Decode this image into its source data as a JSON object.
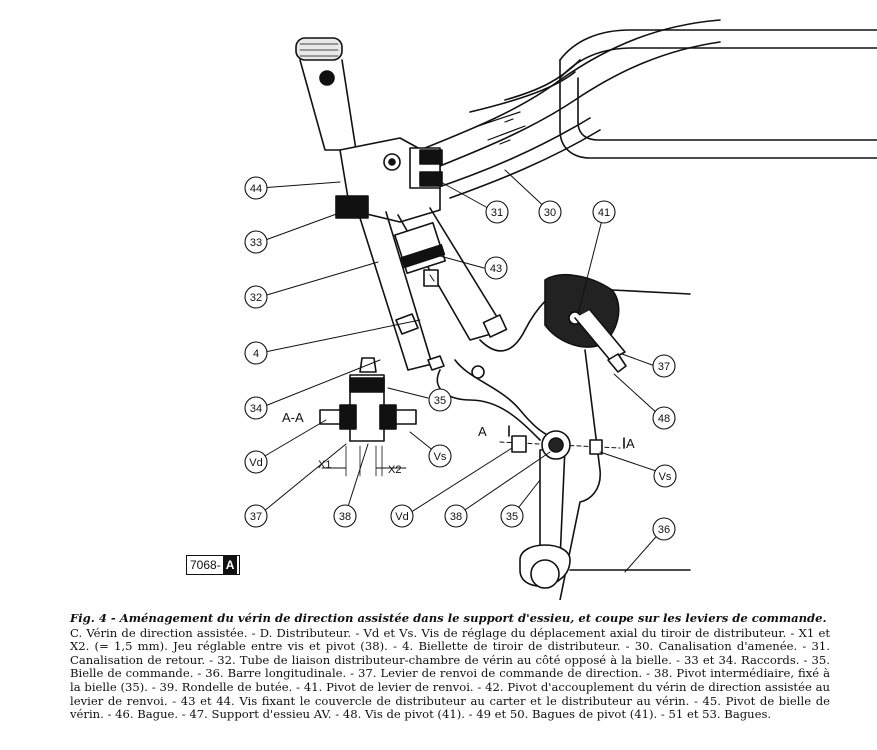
{
  "figure": {
    "reference": "7068-",
    "reference_letter": "A",
    "callouts": [
      "44",
      "33",
      "32",
      "4",
      "34",
      "35",
      "31",
      "30",
      "43",
      "41",
      "37",
      "48",
      "36",
      "Vd",
      "37",
      "38",
      "Vd",
      "38",
      "35",
      "Vs",
      "Vs"
    ],
    "labels": {
      "section": "A-A",
      "section_left": "A",
      "section_right": "A",
      "x1": "X1",
      "x2": "X2"
    }
  },
  "caption": {
    "title": "Fig. 4 - Aménagement du vérin de direction assistée dans le support d'essieu, et coupe sur les leviers de commande.",
    "text": "C. Vérin de direction assistée. - D. Distributeur. - Vd et Vs. Vis de réglage du déplacement axial du tiroir de distributeur. - X1 et X2. (= 1,5 mm). Jeu réglable entre vis et pivot (38). - 4. Biellette de tiroir de distributeur. - 30. Canalisation d'amenée. - 31. Canalisation de retour. - 32. Tube de liaison distributeur-chambre de vérin au côté opposé à la bielle. - 33 et 34. Raccords. - 35. Bielle de commande. - 36. Barre longitudinale. - 37. Levier de renvoi de commande de direction. - 38. Pivot intermédiaire, fixé à la bielle (35). - 39. Rondelle de butée. - 41. Pivot de levier de renvoi. - 42. Pivot d'accouplement du vérin de direction assistée au levier de renvoi. - 43 et 44. Vis fixant le couvercle de distributeur au carter et le distributeur au vérin. - 45. Pivot de bielle de vérin. - 46. Bague. - 47. Support d'essieu AV. - 48. Vis de pivot (41). - 49 et 50. Bagues de pivot (41). - 51 et 53. Bagues."
  }
}
